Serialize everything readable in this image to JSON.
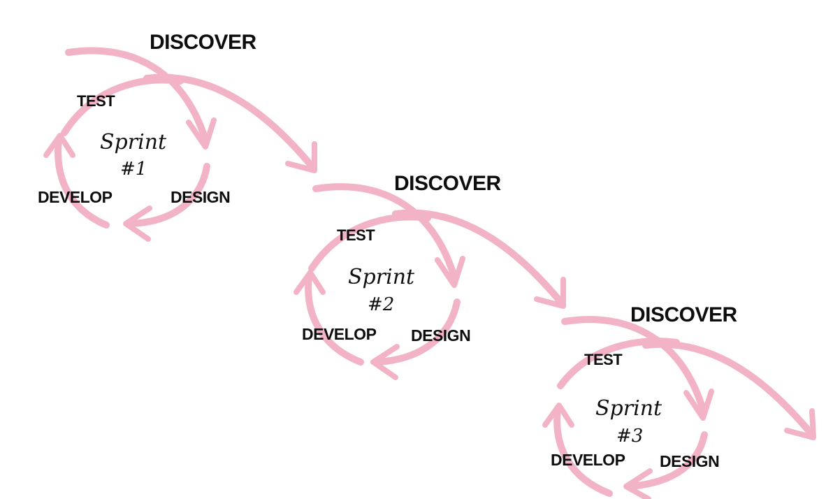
{
  "colors": {
    "arrow": "#f2b3c6",
    "text": "#0d0d0d",
    "background": "#ffffff"
  },
  "sprints": [
    {
      "discover": "DISCOVER",
      "test": "TEST",
      "design": "DESIGN",
      "develop": "DEVELOP",
      "sprint_word": "Sprint",
      "sprint_number": "#1"
    },
    {
      "discover": "DISCOVER",
      "test": "TEST",
      "design": "DESIGN",
      "develop": "DEVELOP",
      "sprint_word": "Sprint",
      "sprint_number": "#2"
    },
    {
      "discover": "DISCOVER",
      "test": "TEST",
      "design": "DESIGN",
      "develop": "DEVELOP",
      "sprint_word": "Sprint",
      "sprint_number": "#3"
    }
  ]
}
